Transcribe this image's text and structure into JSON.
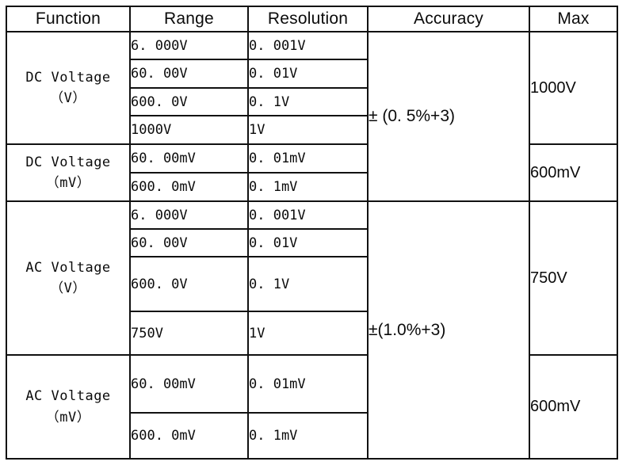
{
  "table": {
    "headers": [
      {
        "key": "function",
        "label": "Function"
      },
      {
        "key": "range",
        "label": "Range"
      },
      {
        "key": "resolution",
        "label": "Resolution"
      },
      {
        "key": "accuracy",
        "label": "Accuracy"
      },
      {
        "key": "max",
        "label": "Max"
      }
    ],
    "sections": [
      {
        "id": "dc-voltage-v",
        "function_line1": "DC Voltage",
        "function_line2": "（V）",
        "accuracy": "± (0. 5%+3)",
        "max": "1000V",
        "rows": [
          {
            "range": "6. 000V",
            "resolution": "0. 001V"
          },
          {
            "range": "60. 00V",
            "resolution": "0. 01V"
          },
          {
            "range": "600. 0V",
            "resolution": "0. 1V"
          },
          {
            "range": "1000V",
            "resolution": "1V"
          }
        ]
      },
      {
        "id": "dc-voltage-mv",
        "function_line1": "DC Voltage",
        "function_line2": "（mV）",
        "accuracy": "",
        "max": "600mV",
        "rows": [
          {
            "range": "60. 00mV",
            "resolution": "0. 01mV"
          },
          {
            "range": "600. 0mV",
            "resolution": "0. 1mV"
          }
        ]
      },
      {
        "id": "ac-voltage-v",
        "function_line1": "AC Voltage",
        "function_line2": "（V）",
        "accuracy": "±(1.0%+3)",
        "max": "750V",
        "rows": [
          {
            "range": "6. 000V",
            "resolution": "0. 001V"
          },
          {
            "range": "60. 00V",
            "resolution": "0. 01V"
          },
          {
            "range": "600. 0V",
            "resolution": "0. 1V"
          },
          {
            "range": "750V",
            "resolution": "1V"
          }
        ]
      },
      {
        "id": "ac-voltage-mv",
        "function_line1": "AC Voltage",
        "function_line2": "（mV）",
        "accuracy": "",
        "max": "600mV",
        "rows": [
          {
            "range": "60. 00mV",
            "resolution": "0. 01mV"
          },
          {
            "range": "600. 0mV",
            "resolution": "0. 1mV"
          }
        ]
      }
    ]
  },
  "style": {
    "border_color": "#111111",
    "text_color": "#0b0b0b",
    "background": "#ffffff"
  }
}
